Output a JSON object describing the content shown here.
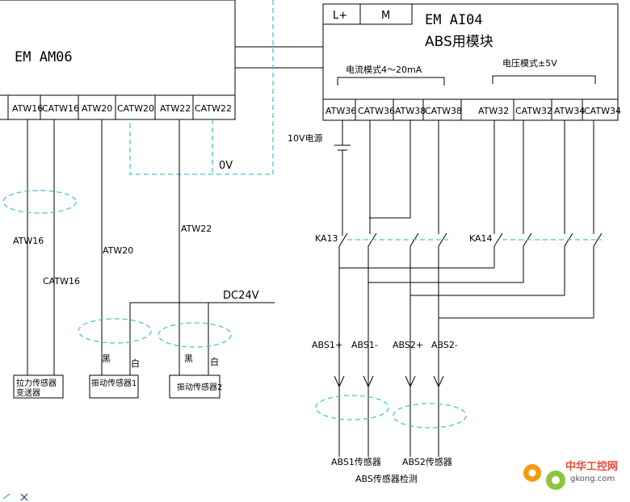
{
  "module_am06": {
    "title": "EM AM06",
    "terminals": [
      "ATW16",
      "CATW16",
      "ATW20",
      "CATW20",
      "ATW22",
      "CATW22"
    ]
  },
  "module_ai04": {
    "box_l": "L+",
    "box_m": "M",
    "title1": "EM AI04",
    "title2": "ABS用模块",
    "mode_current": "电流模式4～20mA",
    "mode_voltage": "电压模式±5V",
    "terminals": [
      "ATW36",
      "CATW36",
      "ATW38",
      "CATW38",
      "ATW32",
      "CATW32",
      "ATW34",
      "CATW34"
    ]
  },
  "labels": {
    "zero_v": "0V",
    "dc24v": "DC24V",
    "atw16": "ATW16",
    "catw16": "CATW16",
    "atw20": "ATW20",
    "atw22": "ATW22",
    "power_10v": "10V电源",
    "ka13": "KA13",
    "ka14": "KA14",
    "abs1p": "ABS1+",
    "abs1m": "ABS1-",
    "abs2p": "ABS2+",
    "abs2m": "ABS2-",
    "black1": "黑",
    "white1": "白",
    "black2": "黑",
    "white2": "白",
    "sensor_pressure": "拉力传感器\n变送器",
    "sensor_vib1": "振动传感器1",
    "sensor_vib2": "振动传感器2",
    "abs1_sensor": "ABS1传感器",
    "abs2_sensor": "ABS2传感器",
    "abs_detect": "ABS传感器检测",
    "watermark_cn": "中华工控网",
    "watermark_en": "gkong.com"
  },
  "colors": {
    "line": "#000000",
    "dashed": "#4cc3d6",
    "background": "#ffffff"
  }
}
